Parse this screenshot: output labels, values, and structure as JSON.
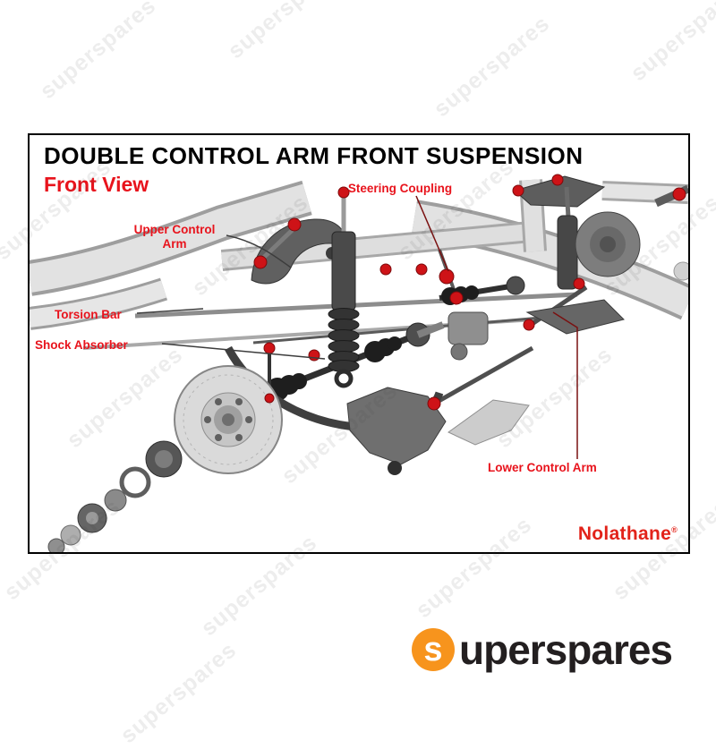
{
  "watermark": {
    "text": "superspares"
  },
  "diagram": {
    "title": "DOUBLE CONTROL ARM FRONT SUSPENSION",
    "subtitle": "Front View",
    "callouts": {
      "steering_coupling": "Steering Coupling",
      "upper_control_arm": "Upper Control Arm",
      "torsion_bar": "Torsion Bar",
      "shock_absorber": "Shock Absorber",
      "lower_control_arm": "Lower Control Arm"
    },
    "brand": "Nolathane",
    "brand_reg": "®",
    "colors": {
      "label_red": "#e8131c",
      "brand_red": "#e2231a",
      "bushing_red": "#ce1317",
      "frame_gray": "#e2e2e2"
    }
  },
  "footer_logo": {
    "text_initial": "s",
    "text_rest": "uperspares",
    "orange": "#f7941d"
  }
}
